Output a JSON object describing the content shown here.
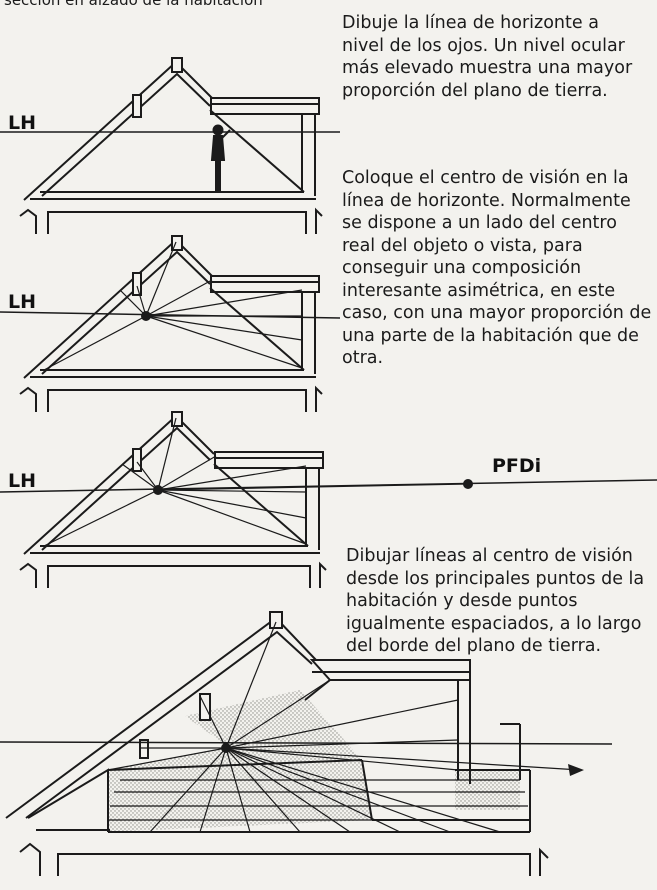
{
  "header_fragment": "sección en alzado de la habitación",
  "paragraphs": [
    "Dibuje la línea de horizonte a nivel de los ojos. Un nivel ocular más elevado muestra una mayor proporción del plano de tierra.",
    "Coloque el centro de visión en la línea de horizonte. Normalmente se dispone a un lado del centro real del objeto o vista, para conseguir una composición interesante asimétrica, en este caso, con una mayor proporción de una parte de la habitación que de otra.",
    "Dibujar líneas al centro de visión desde los principales puntos de la habitación y desde puntos igualmente espaciados, a lo largo del borde del plano de tierra."
  ],
  "labels": {
    "horizon_1": "LH",
    "horizon_2": "LH",
    "horizon_3": "LH",
    "vanishing_point": "PFDi"
  },
  "colors": {
    "ink": "#1b1b1b",
    "paper": "#f3f2ee",
    "stipple": "#c9c9c4"
  }
}
